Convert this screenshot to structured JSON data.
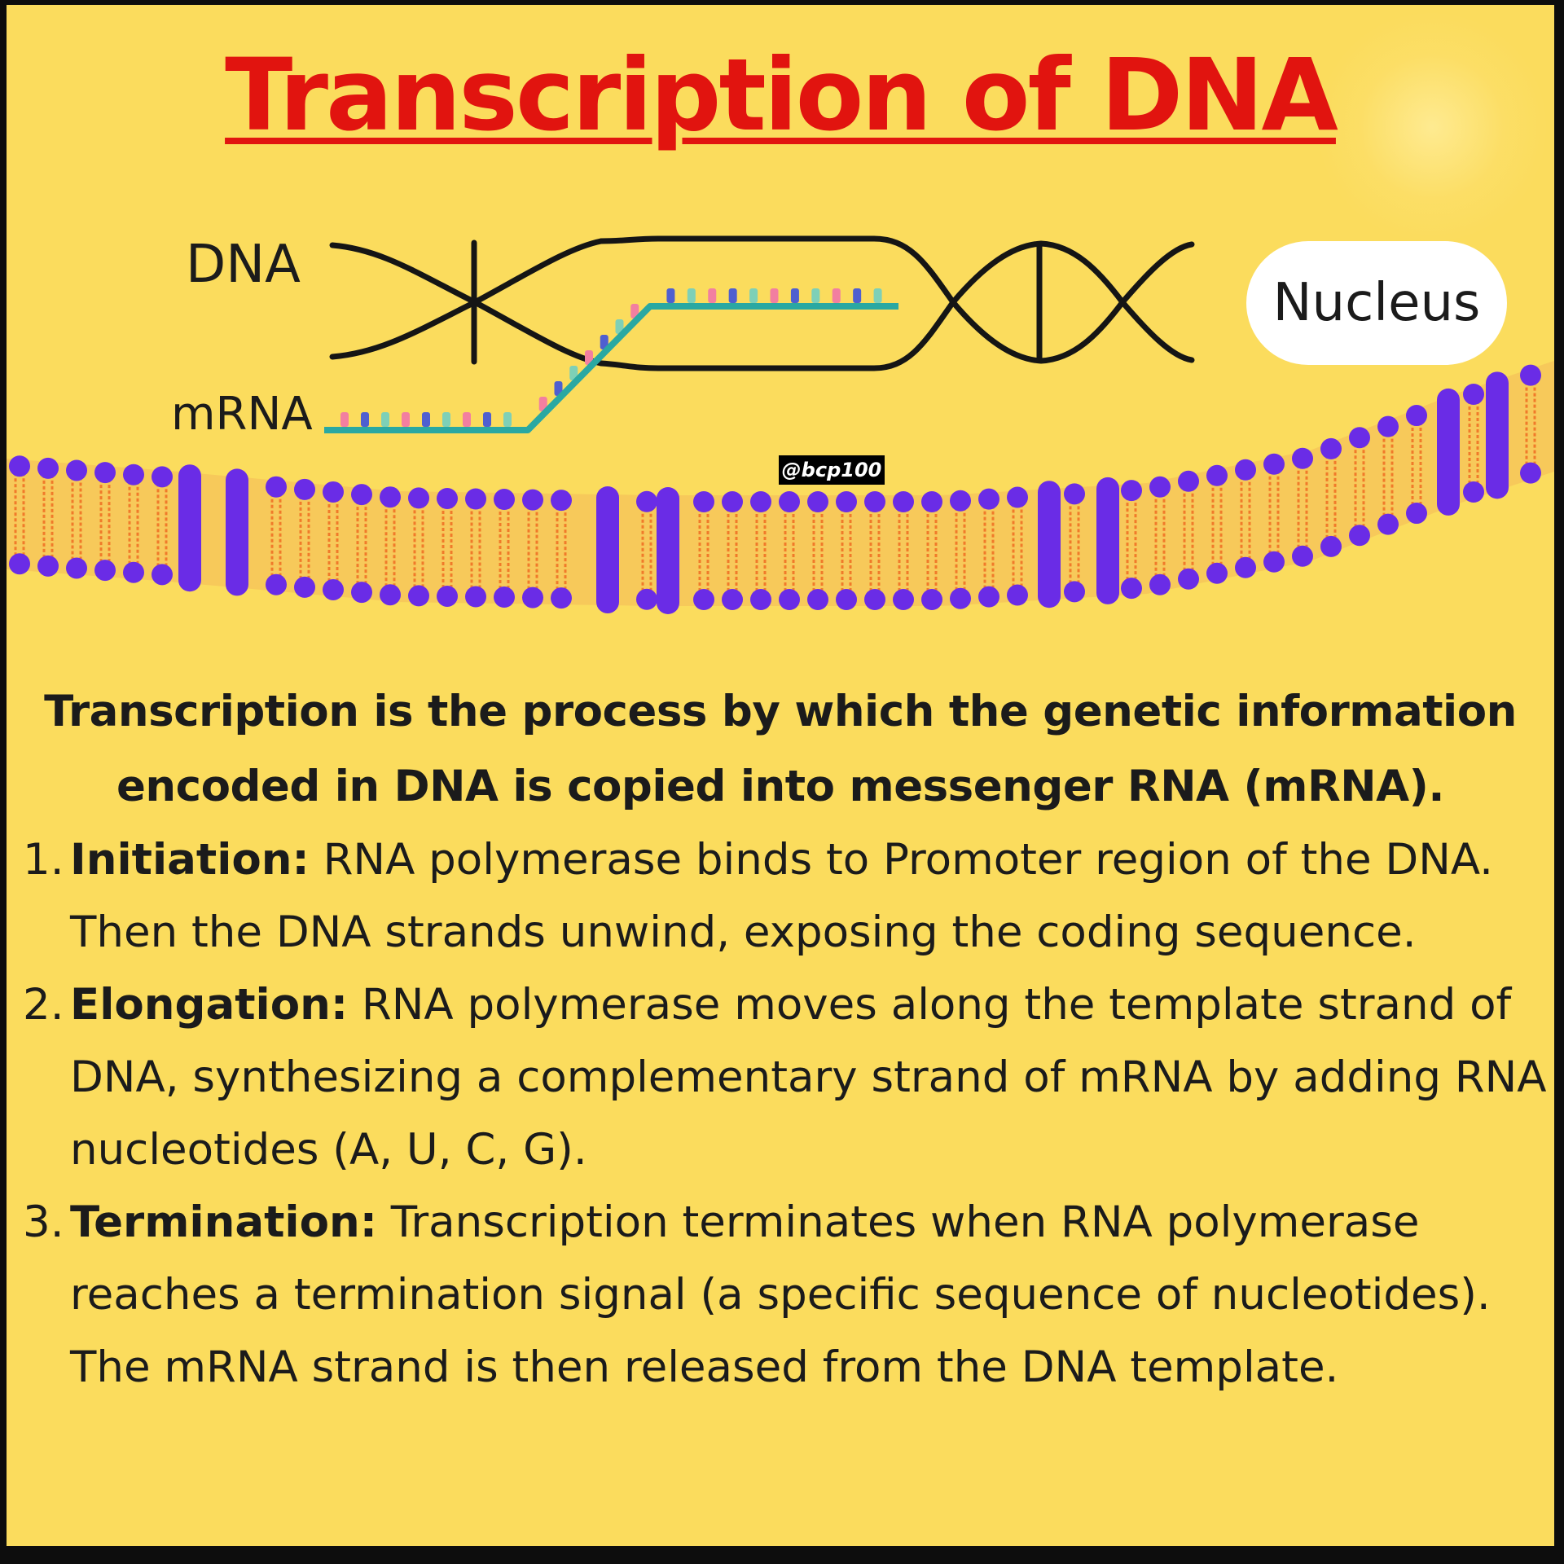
{
  "title": "Transcription of DNA",
  "diagram": {
    "dna_label": "DNA",
    "mrna_label": "mRNA",
    "nucleus_label": "Nucleus",
    "watermark": "@bcp100",
    "colors": {
      "background": "#fbdc5d",
      "title": "#e1140f",
      "membrane_head": "#6a2ce6",
      "membrane_tail": "#f07a2a",
      "mrna_strand": "#2aa8a2",
      "bases": [
        "#f27fa0",
        "#4f5fd0",
        "#7ed0b7"
      ]
    }
  },
  "definition": "Transcription is the process by which the genetic information encoded in DNA is copied into messenger RNA (mRNA).",
  "steps": [
    {
      "number": "1.",
      "term": "Initiation:",
      "text": "RNA polymerase binds to Promoter region of the DNA. Then the DNA strands unwind, exposing the coding sequence."
    },
    {
      "number": "2.",
      "term": "Elongation:",
      "text": "RNA polymerase moves along the template strand of DNA, synthesizing a complementary strand of mRNA by adding RNA  nucleotides (A, U, C, G)."
    },
    {
      "number": "3.",
      "term": "Termination:",
      "text": "Transcription terminates when RNA polymerase reaches a termination signal (a specific sequence of nucleotides). The mRNA strand is then released from the DNA template."
    }
  ]
}
